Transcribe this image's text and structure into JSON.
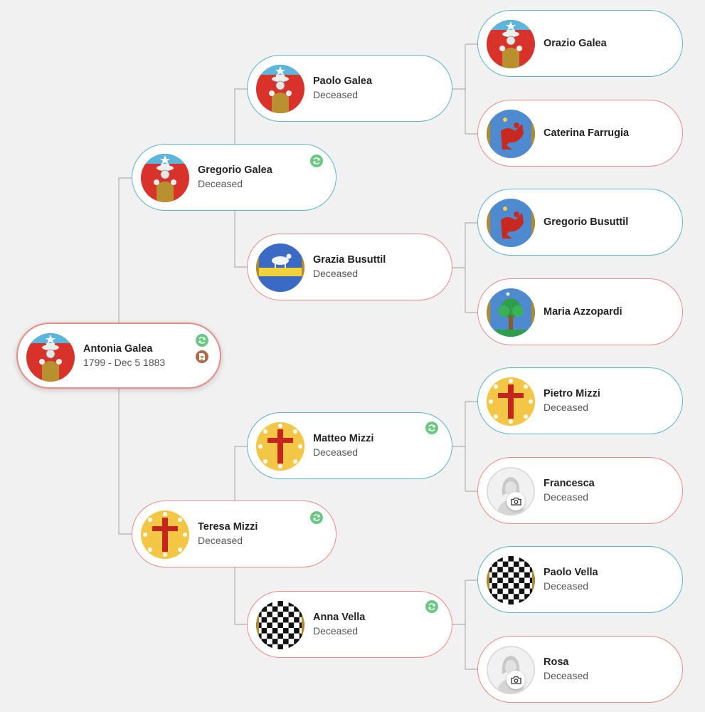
{
  "colors": {
    "male_border": "#5bb4c9",
    "female_border": "#e88c86",
    "connector": "#b0b0b0",
    "sync_badge": "#6cc684",
    "doc_badge": "#b56a47"
  },
  "people": {
    "antonia": {
      "name": "Antonia Galea",
      "sub": "1799 - Dec 5 1883",
      "avatar": "crest-galea",
      "sex": "female",
      "badges": [
        "sync",
        "document"
      ]
    },
    "gregorio_g": {
      "name": "Gregorio Galea",
      "sub": "Deceased",
      "avatar": "crest-galea",
      "sex": "male",
      "badges": [
        "sync"
      ]
    },
    "teresa": {
      "name": "Teresa Mizzi",
      "sub": "Deceased",
      "avatar": "crest-cross",
      "sex": "female",
      "badges": [
        "sync"
      ]
    },
    "paolo_g": {
      "name": "Paolo Galea",
      "sub": "Deceased",
      "avatar": "crest-galea",
      "sex": "male",
      "badges": []
    },
    "grazia": {
      "name": "Grazia Busuttil",
      "sub": "Deceased",
      "avatar": "crest-goat",
      "sex": "female",
      "badges": []
    },
    "matteo": {
      "name": "Matteo Mizzi",
      "sub": "Deceased",
      "avatar": "crest-cross",
      "sex": "male",
      "badges": [
        "sync"
      ]
    },
    "anna": {
      "name": "Anna Vella",
      "sub": "Deceased",
      "avatar": "crest-checker",
      "sex": "female",
      "badges": [
        "sync"
      ]
    },
    "orazio": {
      "name": "Orazio Galea",
      "sub": "",
      "avatar": "crest-galea",
      "sex": "male",
      "badges": []
    },
    "caterina": {
      "name": "Caterina Farrugia",
      "sub": "",
      "avatar": "crest-rooster",
      "sex": "female",
      "badges": []
    },
    "gregorio_b": {
      "name": "Gregorio Busuttil",
      "sub": "",
      "avatar": "crest-rooster",
      "sex": "male",
      "badges": []
    },
    "maria": {
      "name": "Maria Azzopardi",
      "sub": "",
      "avatar": "crest-tree",
      "sex": "female",
      "badges": []
    },
    "pietro": {
      "name": "Pietro Mizzi",
      "sub": "Deceased",
      "avatar": "crest-cross",
      "sex": "male",
      "badges": []
    },
    "francesca": {
      "name": "Francesca",
      "sub": "Deceased",
      "avatar": "placeholder-female-camera",
      "sex": "female",
      "badges": []
    },
    "paolo_v": {
      "name": "Paolo Vella",
      "sub": "Deceased",
      "avatar": "crest-checker",
      "sex": "male",
      "badges": []
    },
    "rosa": {
      "name": "Rosa",
      "sub": "Deceased",
      "avatar": "placeholder-female-camera",
      "sex": "female",
      "badges": []
    }
  }
}
